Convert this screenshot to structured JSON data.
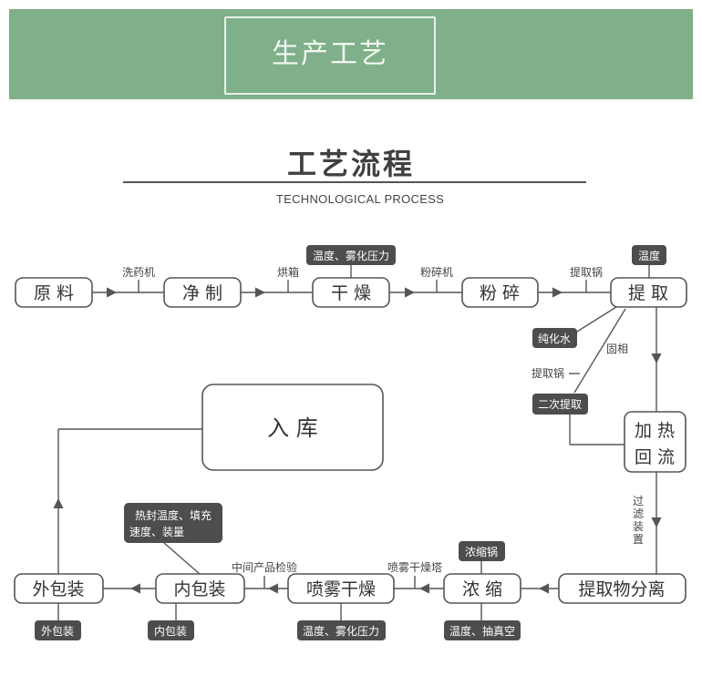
{
  "banner": {
    "title": "生产工艺"
  },
  "header": {
    "title": "工艺流程",
    "subtitle": "TECHNOLOGICAL PROCESS"
  },
  "steps": {
    "yuanliao": "原 料",
    "jingzhi": "净 制",
    "ganzao": "干 燥",
    "fensui": "粉 碎",
    "tiqu": "提 取",
    "jiare_line1": "加 热",
    "jiare_line2": "回 流",
    "tiquwu": "提取物分离",
    "nongsuo": "浓 缩",
    "penwu": "喷雾干燥",
    "neibaozhuang": "内包装",
    "waibaozhuang": "外包装",
    "ruku": "入 库"
  },
  "equipment": {
    "xiyaoji": "洗药机",
    "hongxiang": "烘箱",
    "fensuiji": "粉碎机",
    "tiqu_guo": "提取锅",
    "tiqu_guo2": "提取锅",
    "guoxiang": "固相",
    "guolv_zhuangzhi": "过滤装置",
    "penwu_ta": "喷雾干燥塔",
    "jianyan": "中间产品检验"
  },
  "tags": {
    "wendu_wuhua_top": "温度、雾化压力",
    "wendu_top": "温度",
    "chunhuashui": "纯化水",
    "erci_tiqu": "二次提取",
    "nongsuoguo": "浓缩锅",
    "wendu_zhenkong": "温度、抽真空",
    "wendu_wuhua_bottom": "温度、雾化压力",
    "refeng_line1": "热封温度、填充",
    "refeng_line2": "速度、装量",
    "neibaozhuang_tag": "内包装",
    "waibaozhuang_tag": "外包装"
  },
  "colors": {
    "banner": "#7fb089",
    "tag": "#4d4d4d",
    "line": "#555555",
    "box_border": "#555555"
  }
}
